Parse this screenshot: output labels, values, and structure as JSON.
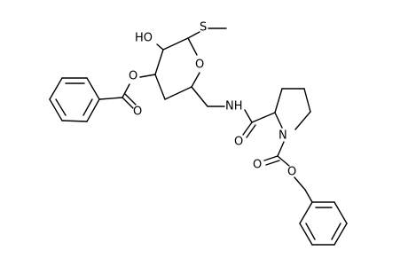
{
  "atoms": {
    "sulfur": "S",
    "hydroxyl": "HO",
    "ring_oxygen": "O",
    "ester_oxygen": "O",
    "carbonyl_oxygen_benzoate": "O",
    "amide_nitrogen": "NH",
    "amide_oxygen": "O",
    "ring_nitrogen": "N",
    "carbamate_carbonyl_oxygen": "O",
    "carbamate_ester_oxygen": "O"
  }
}
